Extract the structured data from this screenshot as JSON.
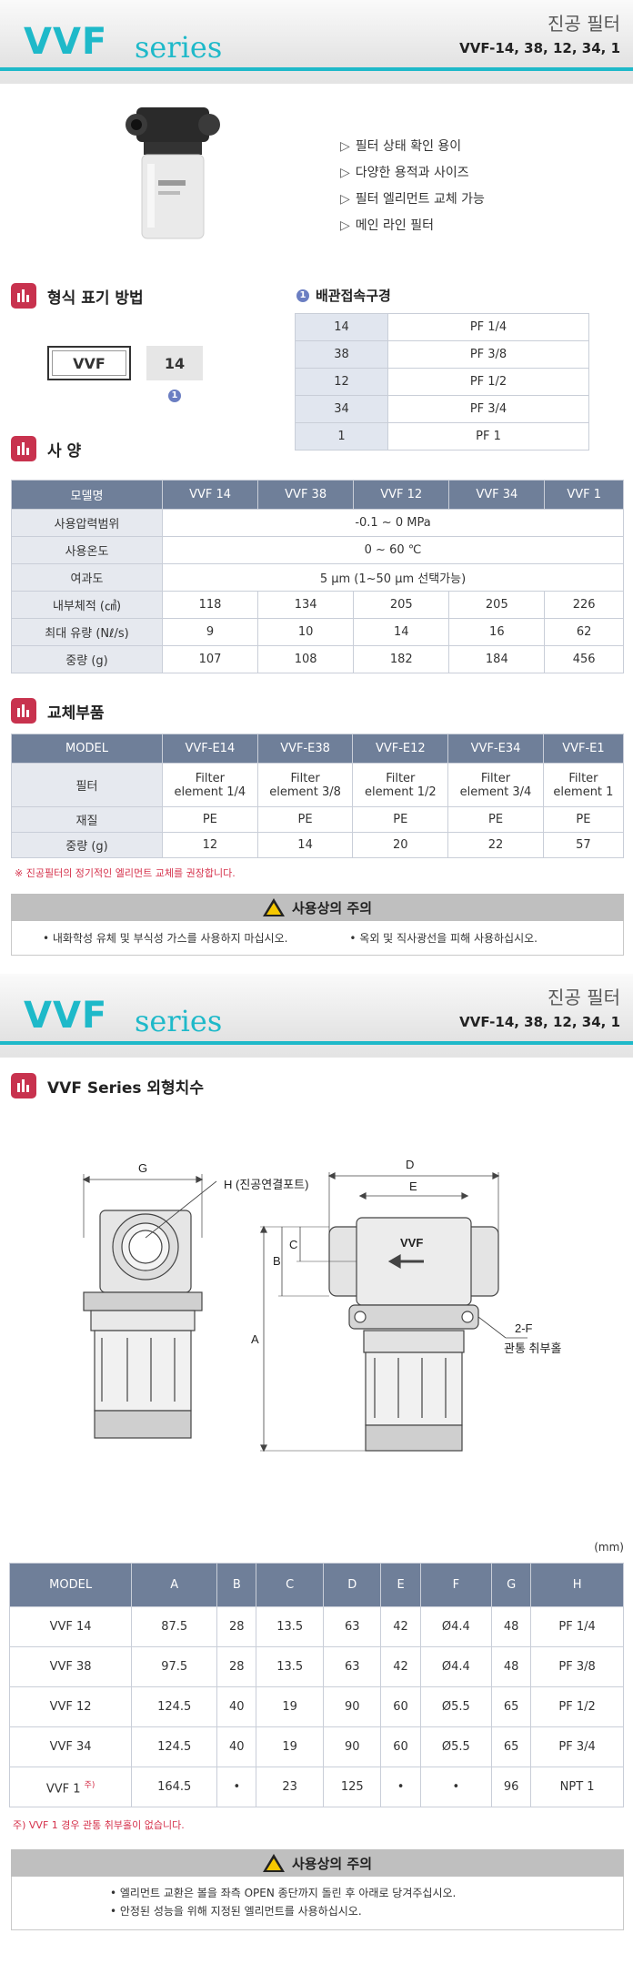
{
  "header": {
    "logo": "VVF",
    "series": "series",
    "category": "진공 필터",
    "models": "VVF-14, 38, 12, 34, 1"
  },
  "features": [
    "필터 상태 확인 용이",
    "다양한 용적과 사이즈",
    "필터 엘리먼트 교체 가능",
    "메인 라인 필터"
  ],
  "ordering": {
    "title": "형식 표기 방법",
    "code": "VVF",
    "size": "14",
    "marker": "1"
  },
  "pipe_size": {
    "marker": "1",
    "title": "배관접속구경",
    "rows": [
      [
        "14",
        "PF 1/4"
      ],
      [
        "38",
        "PF 3/8"
      ],
      [
        "12",
        "PF 1/2"
      ],
      [
        "34",
        "PF 3/4"
      ],
      [
        "1",
        "PF 1"
      ]
    ]
  },
  "spec": {
    "title": "사 양",
    "header": [
      "모델명",
      "VVF 14",
      "VVF 38",
      "VVF 12",
      "VVF 34",
      "VVF 1"
    ],
    "pressure": [
      "사용압력범위",
      "-0.1 ~ 0 MPa"
    ],
    "temperature": [
      "사용온도",
      "0 ~ 60 ℃"
    ],
    "filtration": [
      "여과도",
      "5 μm (1~50 μm 선택가능)"
    ],
    "volume": [
      "내부체적 (㎤)",
      "118",
      "134",
      "205",
      "205",
      "226"
    ],
    "flow": [
      "최대 유량 (Nℓ/s)",
      "9",
      "10",
      "14",
      "16",
      "62"
    ],
    "weight": [
      "중량 (g)",
      "107",
      "108",
      "182",
      "184",
      "456"
    ]
  },
  "parts": {
    "title": "교체부품",
    "header": [
      "MODEL",
      "VVF-E14",
      "VVF-E38",
      "VVF-E12",
      "VVF-E34",
      "VVF-E1"
    ],
    "filter_label": "필터",
    "filter": [
      [
        "Filter",
        "element 1/4"
      ],
      [
        "Filter",
        "element 3/8"
      ],
      [
        "Filter",
        "element 1/2"
      ],
      [
        "Filter",
        "element 3/4"
      ],
      [
        "Filter",
        "element 1"
      ]
    ],
    "material": [
      "재질",
      "PE",
      "PE",
      "PE",
      "PE",
      "PE"
    ],
    "weight": [
      "중량 (g)",
      "12",
      "14",
      "20",
      "22",
      "57"
    ],
    "note": "※ 진공필터의 정기적인 엘리먼트 교체를 권장합니다."
  },
  "caution1": {
    "title": "사용상의 주의",
    "items": [
      "• 내화학성 유체 및 부식성 가스를 사용하지 마십시오.",
      "• 옥외 및 직사광선을 피해 사용하십시오."
    ]
  },
  "dimensions": {
    "title": "VVF Series 외형치수",
    "labels": {
      "G": "G",
      "H": "H (진공연결포트)",
      "D": "D",
      "E": "E",
      "B": "B",
      "C": "C",
      "A": "A",
      "flow": "VVF",
      "twoF": "2-F",
      "mount": "관통 취부홀"
    },
    "unit": "(mm)",
    "header": [
      "MODEL",
      "A",
      "B",
      "C",
      "D",
      "E",
      "F",
      "G",
      "H"
    ],
    "rows": [
      [
        "VVF 14",
        "87.5",
        "28",
        "13.5",
        "63",
        "42",
        "Ø4.4",
        "48",
        "PF 1/4"
      ],
      [
        "VVF 38",
        "97.5",
        "28",
        "13.5",
        "63",
        "42",
        "Ø4.4",
        "48",
        "PF 3/8"
      ],
      [
        "VVF 12",
        "124.5",
        "40",
        "19",
        "90",
        "60",
        "Ø5.5",
        "65",
        "PF 1/2"
      ],
      [
        "VVF 34",
        "124.5",
        "40",
        "19",
        "90",
        "60",
        "Ø5.5",
        "65",
        "PF 3/4"
      ],
      [
        "VVF 1",
        "164.5",
        "•",
        "23",
        "125",
        "•",
        "•",
        "96",
        "NPT 1"
      ]
    ],
    "footnote_mark": "주)",
    "note": "주) VVF 1 경우 관통 취부홀이 없습니다."
  },
  "caution2": {
    "title": "사용상의 주의",
    "items": [
      "• 엘리먼트 교환은 볼을 좌측 OPEN 종단까지 돌린 후 아래로 당겨주십시오.",
      "• 안정된 성능을 위해 지정된 엘리먼트를 사용하십시오."
    ]
  }
}
